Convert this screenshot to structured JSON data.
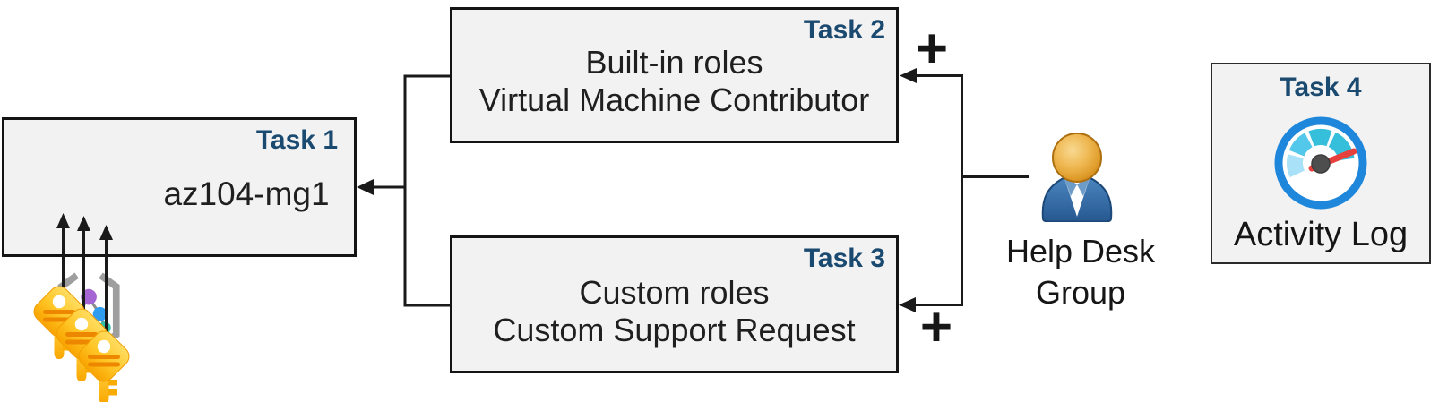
{
  "task1": {
    "label": "Task 1",
    "title": "az104-mg1"
  },
  "task2": {
    "label": "Task 2",
    "line1": "Built-in roles",
    "line2": "Virtual Machine Contributor",
    "plus": "+"
  },
  "task3": {
    "label": "Task 3",
    "line1": "Custom roles",
    "line2": "Custom Support Request",
    "plus": "+"
  },
  "task4": {
    "label": "Task 4",
    "caption": "Activity Log"
  },
  "help_desk": {
    "line1": "Help Desk",
    "line2": "Group"
  },
  "icons": {
    "management_group": "management-group-icon",
    "keys": "keys-icon",
    "person": "person-icon",
    "gauge": "gauge-icon",
    "plus": "plus-icon",
    "arrows": "arrow-connectors"
  },
  "colors": {
    "box_fill": "#f2f2f2",
    "box_border": "#141414",
    "task_label": "#1b4a70",
    "body_text": "#1f1f1f",
    "connector": "#1a1a1a",
    "key_gold_light": "#ffd94e",
    "key_gold_dark": "#f8a800",
    "key_ridge": "#ee8700",
    "gauge_ring": "#1f87db",
    "gauge_segment_pale": "#a9e1f8",
    "gauge_segment_light": "#54c8ea",
    "gauge_segment_teal": "#36bfda",
    "gauge_needle": "#e5403b",
    "gauge_hub": "#4e4e4e",
    "person_body_blue": "#2f6399",
    "person_head_gold": "#e8a93c",
    "mg_purple": "#a566d3",
    "mg_blue": "#2f9cef",
    "mg_teal": "#31c0a8",
    "mg_brace_gray": "#9e9e9e"
  }
}
